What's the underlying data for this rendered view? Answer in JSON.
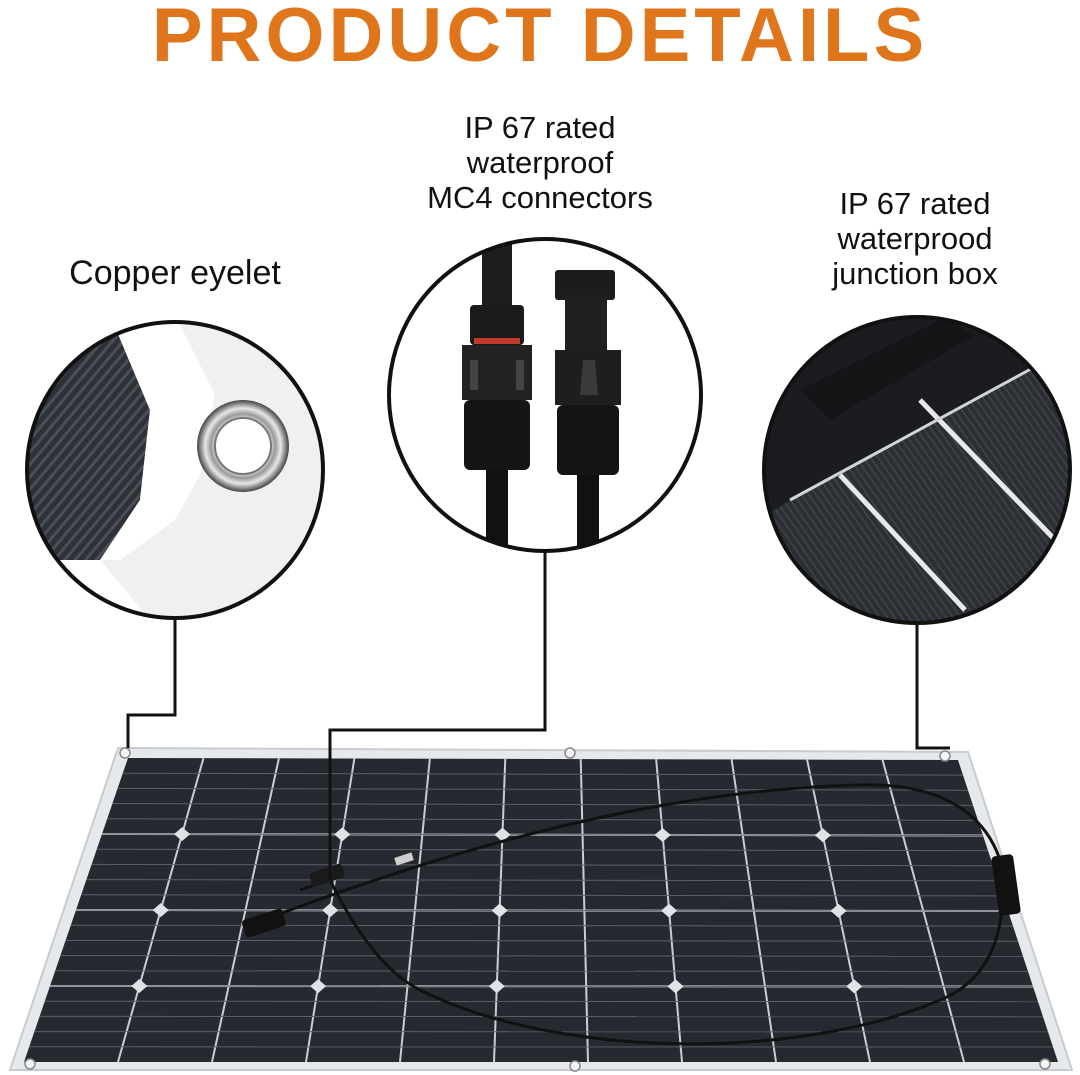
{
  "title": "PRODUCT DETAILS",
  "colors": {
    "title": "#e0761c",
    "panel_cell": "#262a30",
    "panel_frame": "#e6e9ec",
    "callout_stroke": "#111111"
  },
  "callouts": {
    "eyelet": {
      "label": "Copper eyelet"
    },
    "connectors": {
      "label": "IP 67 rated\nwaterproof\nMC4 connectors"
    },
    "junction_box": {
      "label": "IP 67 rated\nwaterprood\njunction box"
    }
  }
}
